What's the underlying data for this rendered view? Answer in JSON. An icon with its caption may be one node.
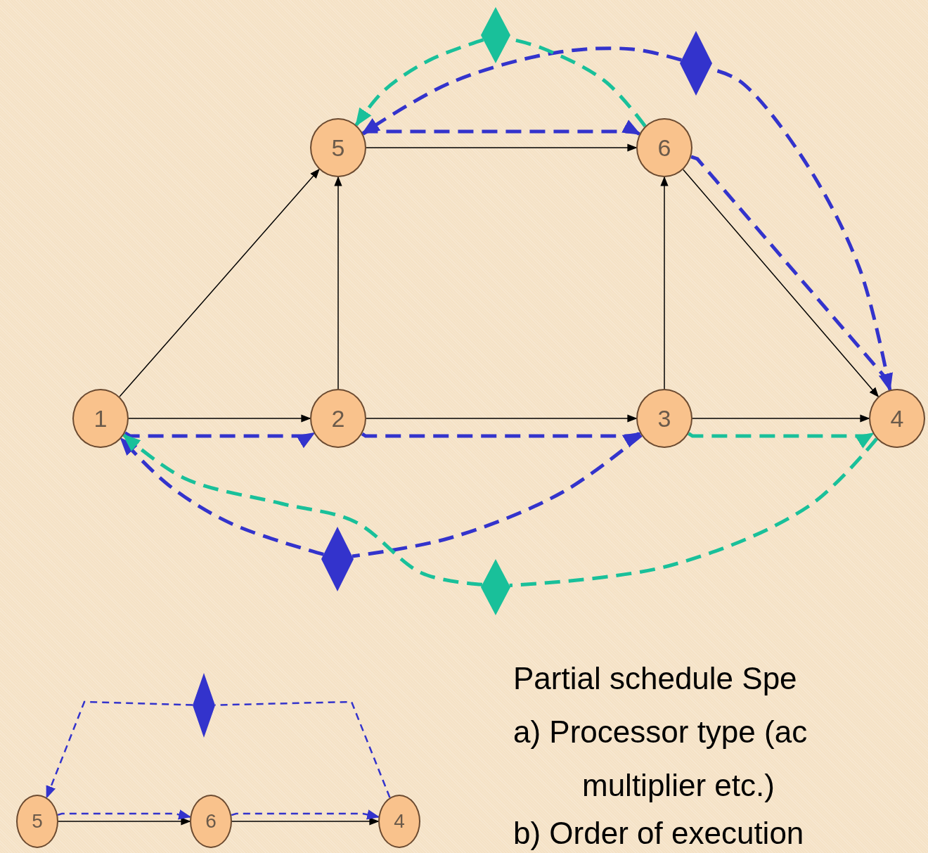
{
  "diagram": {
    "nodes": [
      {
        "text": [
          "1"
        ]
      },
      {
        "text": [
          "2"
        ]
      },
      {
        "text": [
          "3"
        ]
      },
      {
        "text": [
          "4"
        ]
      },
      {
        "text": [
          "5"
        ]
      },
      {
        "text": [
          "6"
        ]
      },
      {
        "text": [],
        "shape": "diamond"
      },
      {
        "text": [],
        "shape": "diamond"
      },
      {
        "text": [],
        "shape": "diamond"
      },
      {
        "text": [],
        "shape": "diamond"
      },
      {
        "text": [
          "5"
        ]
      },
      {
        "text": [
          "6"
        ]
      },
      {
        "text": [
          "4"
        ]
      },
      {
        "text": [],
        "shape": "diamond"
      }
    ],
    "edges": [
      {
        "from": 0,
        "to": 1,
        "arrow": "to",
        "color": "#000000"
      },
      {
        "from": 0,
        "to": 4,
        "arrow": "to",
        "color": "#000000"
      },
      {
        "from": 1,
        "to": 4,
        "arrow": "to",
        "color": "#000000"
      },
      {
        "from": 1,
        "to": 2,
        "arrow": "to",
        "color": "#000000"
      },
      {
        "from": 4,
        "to": 5,
        "arrow": "to",
        "color": "#000000"
      },
      {
        "from": 2,
        "to": 5,
        "arrow": "to",
        "color": "#000000"
      },
      {
        "from": 2,
        "to": 3,
        "arrow": "to",
        "color": "#000000"
      },
      {
        "from": 5,
        "to": 3,
        "arrow": "to",
        "color": "#000000"
      },
      {
        "from": 0,
        "to": 1,
        "arrow": "to",
        "style": "dashed"
      },
      {
        "from": 1,
        "to": 2,
        "arrow": "to",
        "style": "dashed"
      },
      {
        "from": 4,
        "to": 5,
        "arrow": "to",
        "style": "dashed"
      },
      {
        "from": 5,
        "to": 3,
        "arrow": "to",
        "style": "dashed"
      },
      {
        "from": 2,
        "to": 3,
        "arrow": "to",
        "style": "dashed",
        "color": "#19c09a"
      },
      {
        "from": 3,
        "to": 7,
        "arrow": "none",
        "style": "dashed"
      },
      {
        "from": 7,
        "to": 4,
        "arrow": "to",
        "style": "dashed"
      },
      {
        "from": 5,
        "to": 6,
        "arrow": "none",
        "style": "dashed",
        "color": "#19c09a"
      },
      {
        "from": 6,
        "to": 4,
        "arrow": "to",
        "style": "dashed",
        "color": "#19c09a"
      },
      {
        "from": 2,
        "to": 8,
        "arrow": "none",
        "style": "dashed"
      },
      {
        "from": 8,
        "to": 0,
        "arrow": "to",
        "style": "dashed"
      },
      {
        "from": 3,
        "to": 9,
        "arrow": "none",
        "style": "dashed",
        "color": "#19c09a"
      },
      {
        "from": 9,
        "to": 0,
        "arrow": "to",
        "style": "dashed",
        "color": "#19c09a"
      },
      {
        "from": 10,
        "to": 11,
        "arrow": "to",
        "color": "#000000"
      },
      {
        "from": 11,
        "to": 12,
        "arrow": "to",
        "color": "#000000"
      },
      {
        "from": 10,
        "to": 11,
        "arrow": "to",
        "style": "dashed"
      },
      {
        "from": 11,
        "to": 12,
        "arrow": "to",
        "style": "dashed"
      },
      {
        "from": 12,
        "to": 13,
        "arrow": "none",
        "style": "dashed"
      },
      {
        "from": 13,
        "to": 10,
        "arrow": "to",
        "style": "dashed"
      }
    ],
    "labels": [
      "Partial schedule Spe",
      "a) Processor type (ac",
      "multiplier etc.)",
      "b) Order of execution"
    ]
  }
}
